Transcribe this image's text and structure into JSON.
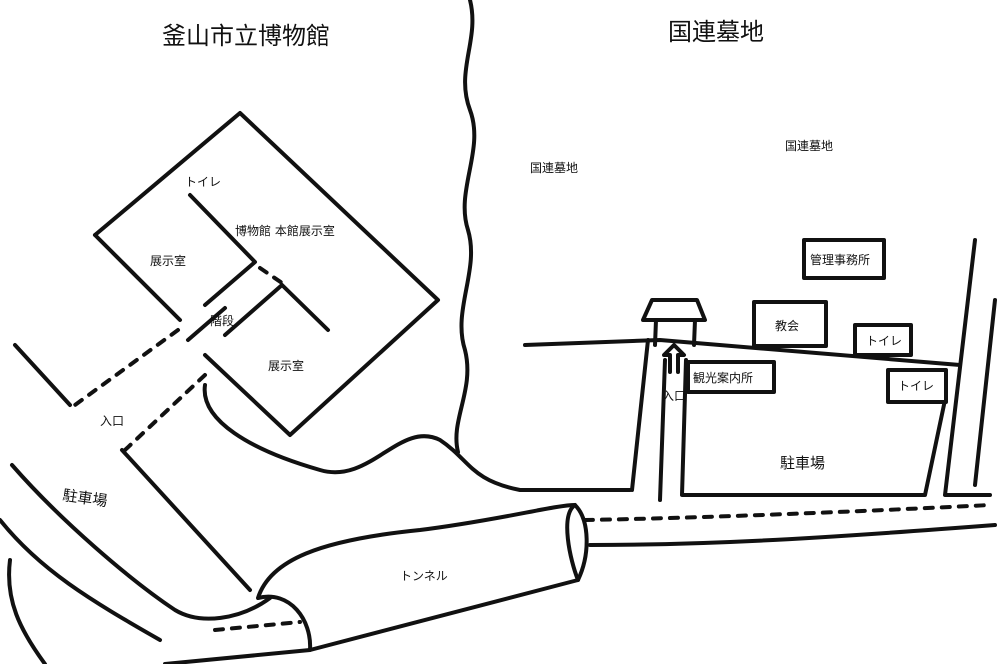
{
  "museum": {
    "title": "釜山市立博物館",
    "toilet": "トイレ",
    "main_hall": "博物館  本館展示室",
    "exhibit_room_1": "展示室",
    "stairs": "階段",
    "exhibit_room_2": "展示室",
    "entrance": "入口",
    "parking": "駐車場",
    "tunnel": "トンネル"
  },
  "cemetery": {
    "title": "国連墓地",
    "area_label_1": "国連墓地",
    "area_label_2": "国連墓地",
    "admin_office": "管理事務所",
    "church": "教会",
    "toilet_1": "トイレ",
    "toilet_2": "トイレ",
    "tourist_info": "観光案内所",
    "entrance": "入口",
    "parking": "駐車場"
  }
}
